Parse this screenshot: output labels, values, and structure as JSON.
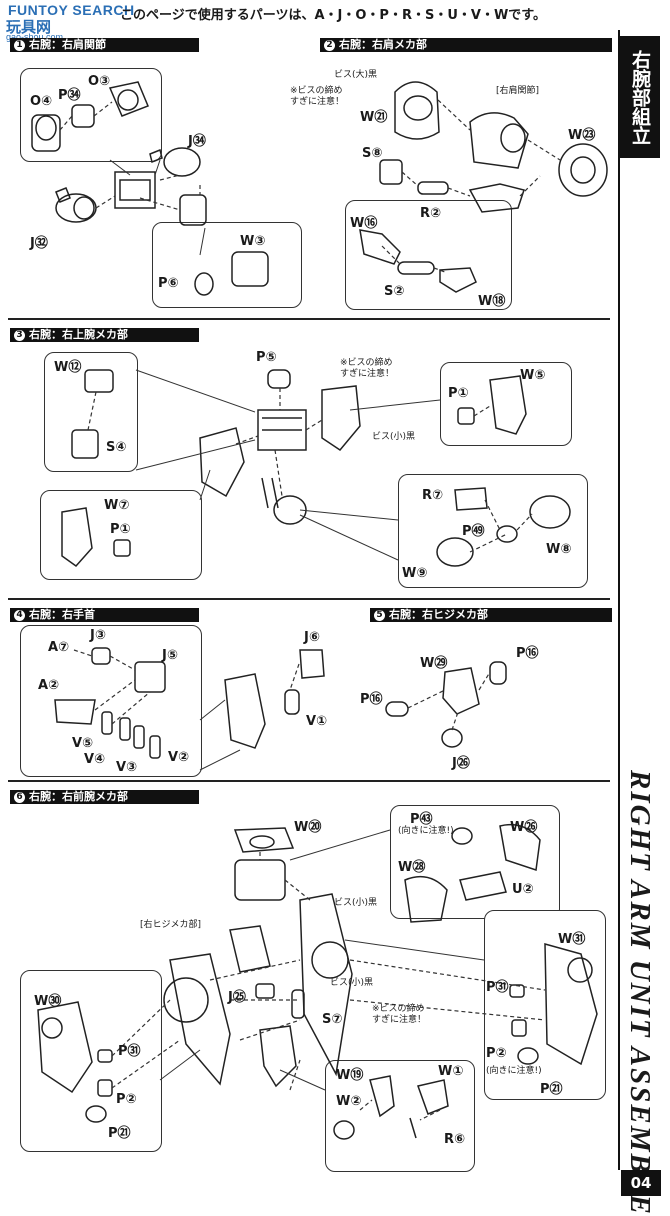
{
  "watermark": {
    "top": "FUNTOY SEARCH",
    "logo": "玩具网",
    "url": "gao-shou.com"
  },
  "header": {
    "text": "このページで使用するパーツは、A・J・O・P・R・S・U・V・Wです。"
  },
  "sidebar": {
    "title": "右腕部組立",
    "english": "RIGHT ARM UNIT ASSEMBLE",
    "page": "04"
  },
  "sections": [
    {
      "num": "1",
      "title": "右腕：右肩関節"
    },
    {
      "num": "2",
      "title": "右腕：右肩メカ部"
    },
    {
      "num": "3",
      "title": "右腕：右上腕メカ部"
    },
    {
      "num": "4",
      "title": "右腕：右手首"
    },
    {
      "num": "5",
      "title": "右腕：右ヒジメカ部"
    },
    {
      "num": "6",
      "title": "右腕：右前腕メカ部"
    }
  ],
  "notes": {
    "screw_warning": "※ビスの締め\nすぎに注意！",
    "screw_large": "ビス(大)黒",
    "screw_small": "ビス(小)黒",
    "shoulder_joint": "[右肩関節]",
    "elbow_mecha": "[右ヒジメカ部]",
    "orientation": "(向きに注意!)"
  },
  "labels": {
    "s1": [
      "O④",
      "P㉞",
      "O③",
      "J㉞",
      "J㉜",
      "W③",
      "P⑥"
    ],
    "s2": [
      "W㉑",
      "W㉓",
      "S⑧",
      "R②",
      "W⑯",
      "S②",
      "W⑱"
    ],
    "s3": [
      "W⑫",
      "S④",
      "P⑤",
      "P①",
      "W⑤",
      "W⑦",
      "P①",
      "R⑦",
      "P㊾",
      "W⑧",
      "W⑨"
    ],
    "s4": [
      "A⑦",
      "J③",
      "J⑤",
      "A②",
      "V⑤",
      "V④",
      "V③",
      "V②",
      "J⑥",
      "V①"
    ],
    "s5": [
      "W㉙",
      "P⑯",
      "P⑯",
      "J㉖"
    ],
    "s6": [
      "W⑳",
      "P㊸",
      "W㉖",
      "W㉘",
      "U②",
      "W㉛",
      "J㉕",
      "S⑦",
      "W㉚",
      "P㉛",
      "P②",
      "P㉑",
      "W⑲",
      "W①",
      "W②",
      "R⑥",
      "P㉛",
      "P②",
      "P㉑"
    ]
  }
}
